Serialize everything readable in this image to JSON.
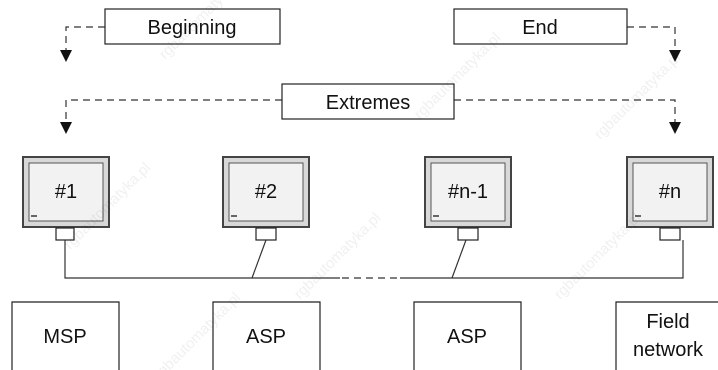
{
  "labels": {
    "beginning": "Beginning",
    "end": "End",
    "extremes": "Extremes"
  },
  "terminals": [
    {
      "label": "#1"
    },
    {
      "label": "#2"
    },
    {
      "label": "#n-1"
    },
    {
      "label": "#n"
    }
  ],
  "bottom_boxes": [
    {
      "line1": "MSP",
      "line2": ""
    },
    {
      "line1": "ASP",
      "line2": ""
    },
    {
      "line1": "ASP",
      "line2": ""
    },
    {
      "line1": "Field",
      "line2": "network"
    }
  ],
  "watermark": "rgbautomatyka.pl",
  "colors": {
    "line": "#333333",
    "terminal_frame": "#444444",
    "terminal_screen": "#f2f2f2"
  }
}
